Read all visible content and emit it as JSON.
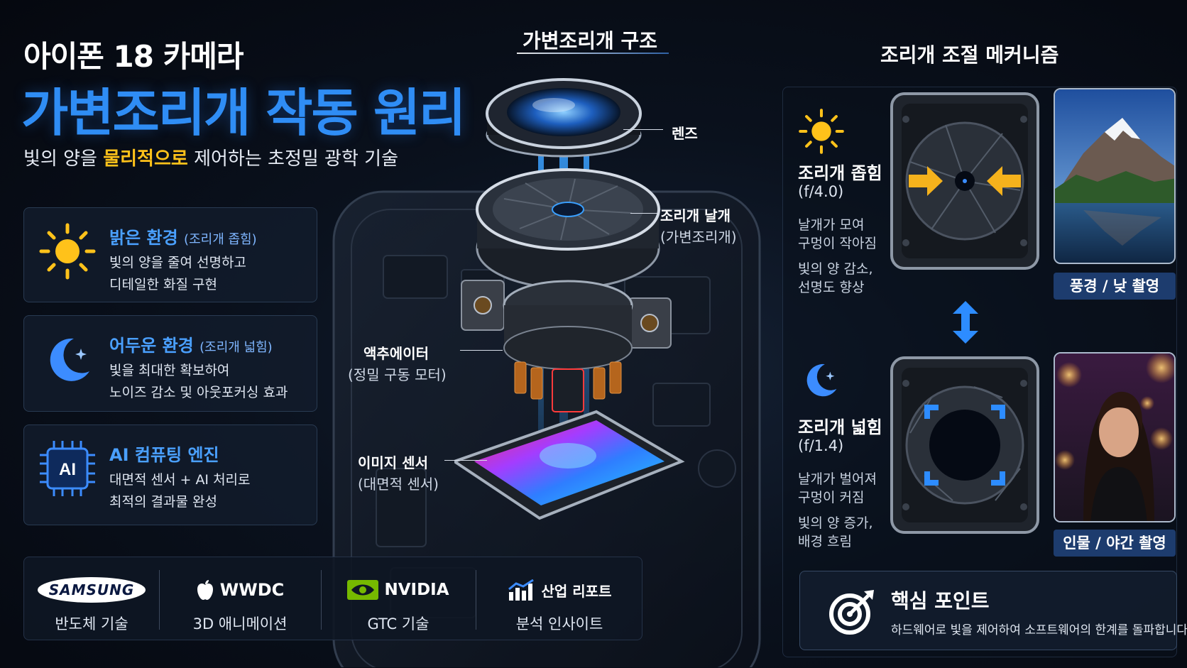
{
  "header": {
    "title_small": "아이폰 18 카메라",
    "title_big": "가변조리개 작동 원리",
    "subtitle_pre": "빛의 양을 ",
    "subtitle_highlight": "물리적으로",
    "subtitle_post": " 제어하는 초정밀 광학 기술"
  },
  "cards": [
    {
      "icon": "sun-icon",
      "title": "밝은 환경",
      "title_sub": "(조리개 좁힘)",
      "line1": "빛의 양을 줄여 선명하고",
      "line2": "디테일한 화질 구현"
    },
    {
      "icon": "moon-icon",
      "title": "어두운 환경",
      "title_sub": "(조리개 넓힘)",
      "line1": "빛을 최대한 확보하여",
      "line2": "노이즈 감소 및 아웃포커싱 효과"
    },
    {
      "icon": "ai-chip-icon",
      "chip_label": "AI",
      "title": "AI 컴퓨팅 엔진",
      "title_sub": "",
      "line1": "대면적 센서 + AI 처리로",
      "line2": "최적의 결과물 완성"
    }
  ],
  "logos": [
    {
      "brand": "SAMSUNG",
      "caption": "반도체 기술"
    },
    {
      "brand": "WWDC",
      "caption": "3D 애니메이션"
    },
    {
      "brand": "NVIDIA",
      "caption": "GTC 기술"
    },
    {
      "brand": "산업 리포트",
      "caption": "분석 인사이트"
    }
  ],
  "diagram": {
    "title": "가변조리개 구조",
    "lens": "렌즈",
    "blades": "조리개 날개",
    "blades_sub": "(가변조리개)",
    "actuator": "액추에이터",
    "actuator_sub": "(정밀 구동 모터)",
    "sensor": "이미지 센서",
    "sensor_sub": "(대면적 센서)"
  },
  "mechanism": {
    "title": "조리개 조절 메커니즘",
    "narrow": {
      "title": "조리개 좁힘",
      "f": "(f/4.0)",
      "l1": "날개가 모여",
      "l2": "구멍이 작아짐",
      "l3": "빛의 양 감소,",
      "l4": "선명도 향상",
      "tag": "풍경 / 낮 촬영"
    },
    "wide": {
      "title": "조리개 넓힘",
      "f": "(f/1.4)",
      "l1": "날개가 벌어져",
      "l2": "구멍이 커짐",
      "l3": "빛의 양 증가,",
      "l4": "배경 흐림",
      "tag": "인물 / 야간 촬영"
    }
  },
  "keypoint": {
    "title": "핵심 포인트",
    "text": "하드웨어로 빛을 제어하여 소프트웨어의 한계를 돌파합니다"
  },
  "colors": {
    "accent_blue": "#2f8df5",
    "highlight_yellow": "#ffc21a",
    "arrow_yellow": "#f5b21c",
    "arrow_blue": "#2d8cff"
  }
}
